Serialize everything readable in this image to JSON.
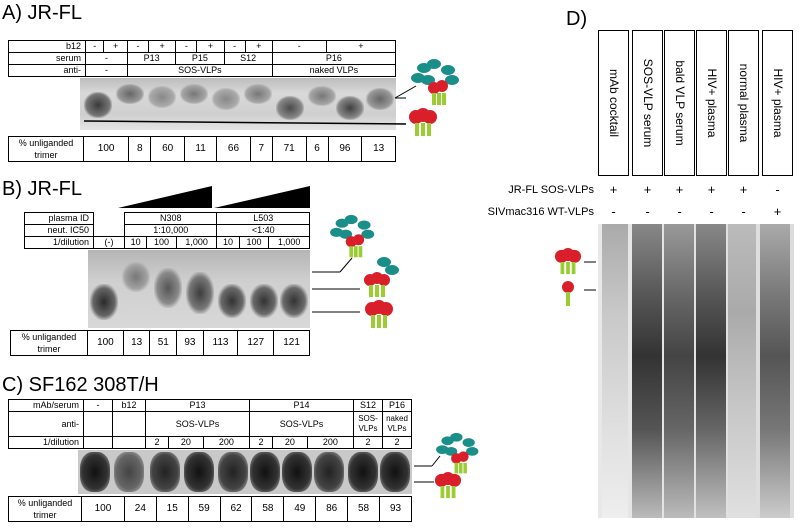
{
  "panelA": {
    "title": "A) JR-FL",
    "rows": {
      "b12_label": "b12",
      "serum_label": "serum",
      "anti_label": "anti-",
      "b12": [
        "-",
        "+",
        "-",
        "+",
        "-",
        "+",
        "-",
        "+",
        "-",
        "+"
      ],
      "serum": [
        "-",
        "P13",
        "P15",
        "S12",
        "P16"
      ],
      "anti": [
        "-",
        "SOS-VLPs",
        "naked VLPs"
      ]
    },
    "pct_label": "% unliganded trimer",
    "pct": [
      "100",
      "8",
      "60",
      "11",
      "66",
      "7",
      "71",
      "6",
      "96",
      "13"
    ]
  },
  "panelB": {
    "title": "B) JR-FL",
    "rows": {
      "plasma_label": "plasma ID",
      "ic50_label": "neut. IC50",
      "dil_label": "1/dilution",
      "plasma": [
        "N308",
        "L503"
      ],
      "ic50": [
        "1:10,000",
        "<1:40"
      ],
      "dil": [
        "(-)",
        "10",
        "100",
        "1,000",
        "10",
        "100",
        "1,000"
      ]
    },
    "pct_label": "% unliganded trimer",
    "pct": [
      "100",
      "13",
      "51",
      "93",
      "113",
      "127",
      "121"
    ]
  },
  "panelC": {
    "title": "C) SF162 308T/H",
    "rows": {
      "mab_label": "mAb/serum",
      "anti_label": "anti-",
      "dil_label": "1/dilution",
      "mab": [
        "-",
        "b12",
        "P13",
        "P14",
        "S12",
        "P16"
      ],
      "anti": [
        "SOS-VLPs",
        "SOS-VLPs",
        "SOS-VLPs",
        "naked VLPs"
      ],
      "dil": [
        "2",
        "20",
        "200",
        "2",
        "20",
        "200",
        "2",
        "2"
      ]
    },
    "pct_label": "% unliganded trimer",
    "pct": [
      "100",
      "24",
      "15",
      "59",
      "62",
      "58",
      "49",
      "86",
      "58",
      "93"
    ]
  },
  "panelD": {
    "title": "D)",
    "columns": [
      "mAb cocktail",
      "SOS-VLP serum",
      "bald VLP serum",
      "HIV+ plasma",
      "normal plasma",
      "HIV+ plasma"
    ],
    "row1_label": "JR-FL SOS-VLPs",
    "row2_label": "SIVmac316 WT-VLPs",
    "row1": [
      "+",
      "+",
      "+",
      "+",
      "+",
      "-"
    ],
    "row2": [
      "-",
      "-",
      "-",
      "-",
      "-",
      "+"
    ]
  },
  "colors": {
    "antibody": "#1a8f8a",
    "trimer_head": "#d9202a",
    "stalk": "#9acd32"
  }
}
